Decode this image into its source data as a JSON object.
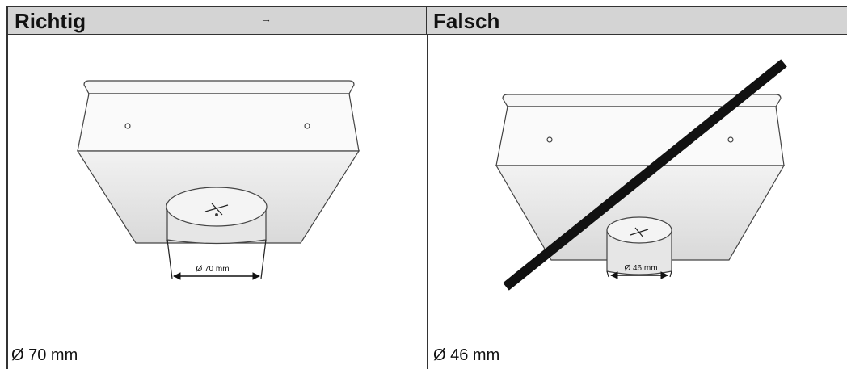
{
  "left": {
    "title": "Richtig",
    "arrow": "→",
    "dimension_label": "Ø 70 mm",
    "caption": "Ø 70 mm"
  },
  "right": {
    "title": "Falsch",
    "dimension_label": "Ø 46 mm",
    "caption": "Ø 46 mm"
  }
}
